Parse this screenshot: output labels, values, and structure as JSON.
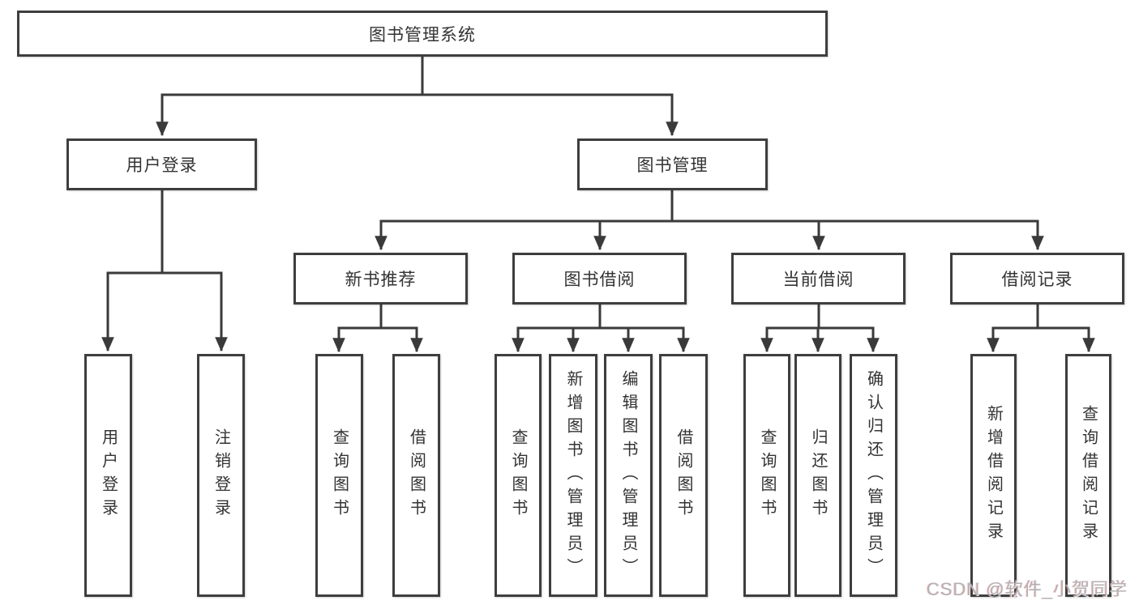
{
  "diagram_title": "图书管理系统",
  "nodes": {
    "root": {
      "label": "图书管理系统"
    },
    "userLoginGroup": {
      "label": "用户登录"
    },
    "bookMgmt": {
      "label": "图书管理"
    },
    "newBookRec": {
      "label": "新书推荐"
    },
    "bookBorrow": {
      "label": "图书借阅"
    },
    "currentBorrow": {
      "label": "当前借阅"
    },
    "borrowRecords": {
      "label": "借阅记录"
    },
    "userLogin": {
      "label": "用户登录"
    },
    "logout": {
      "label": "注销登录"
    },
    "queryBooks1": {
      "label": "查询图书"
    },
    "borrowBooks1": {
      "label": "借阅图书"
    },
    "queryBooks2": {
      "label": "查询图书"
    },
    "addBook": {
      "label": "新增图书（管理员）"
    },
    "editBook": {
      "label": "编辑图书（管理员）"
    },
    "borrowBooks2": {
      "label": "借阅图书"
    },
    "queryBooks3": {
      "label": "查询图书"
    },
    "returnBook": {
      "label": "归还图书"
    },
    "confirmReturn": {
      "label": "确认归还（管理员）"
    },
    "addBorrowRecord": {
      "label": "新增借阅记录"
    },
    "queryBorrowRecord": {
      "label": "查询借阅记录"
    }
  },
  "hierarchy": {
    "root": "图书管理系统",
    "children": [
      {
        "label": "用户登录",
        "children": [
          "用户登录",
          "注销登录"
        ]
      },
      {
        "label": "图书管理",
        "children": [
          {
            "label": "新书推荐",
            "children": [
              "查询图书",
              "借阅图书"
            ]
          },
          {
            "label": "图书借阅",
            "children": [
              "查询图书",
              "新增图书（管理员）",
              "编辑图书（管理员）",
              "借阅图书"
            ]
          },
          {
            "label": "当前借阅",
            "children": [
              "查询图书",
              "归还图书",
              "确认归还（管理员）"
            ]
          },
          {
            "label": "借阅记录",
            "children": [
              "新增借阅记录",
              "查询借阅记录"
            ]
          }
        ]
      }
    ]
  },
  "watermark": {
    "text": "CSDN @软件_小贺同学"
  },
  "colors": {
    "line": "#3a3a3a",
    "box_border": "#3e3e3e",
    "text": "#333333",
    "watermark": "#b5b0b0",
    "background": "#ffffff"
  }
}
